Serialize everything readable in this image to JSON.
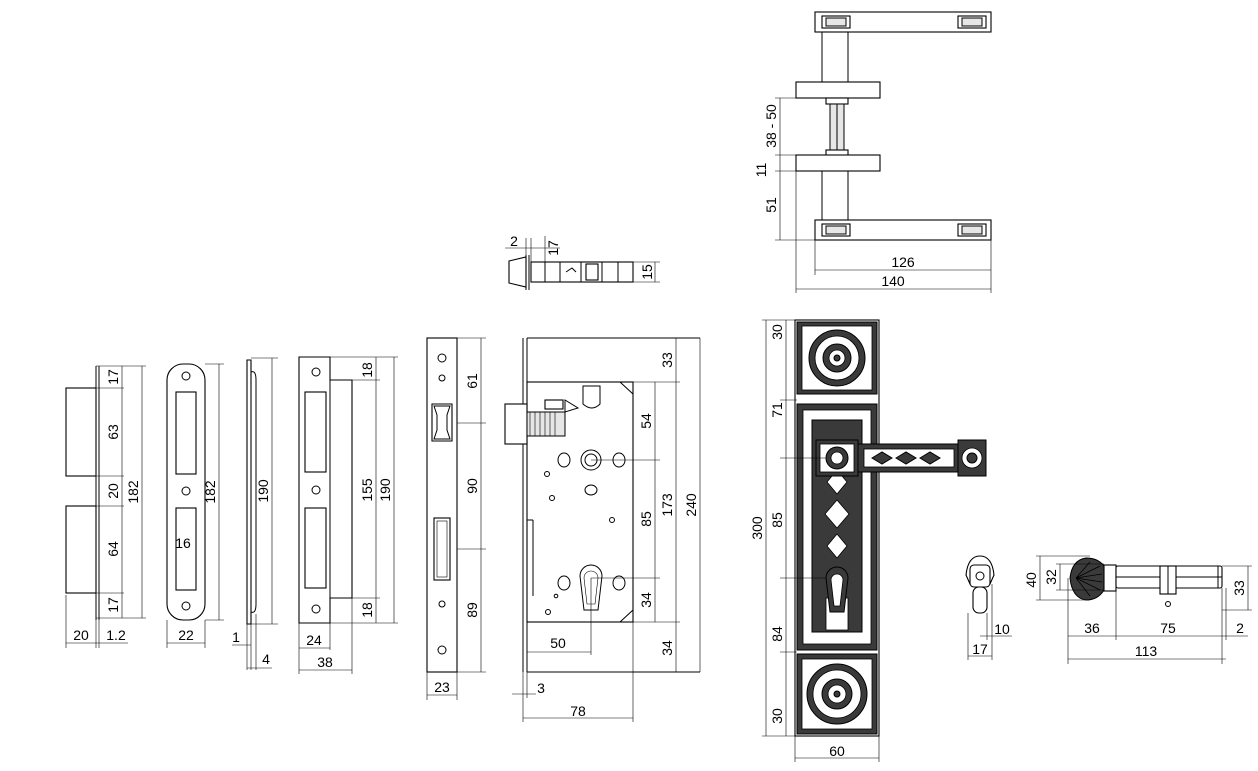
{
  "drawing": {
    "dimensions": {
      "strike_plate_front": {
        "seg1": "17",
        "seg2": "63",
        "seg3": "20",
        "seg4": "64",
        "seg5": "17",
        "total": "182",
        "width": "20",
        "thickness": "1.2"
      },
      "strike_plate": {
        "height": "182",
        "hole": "16",
        "width": "22"
      },
      "face_plate_side": {
        "height": "190",
        "thickness_a": "1",
        "thickness_b": "4"
      },
      "box_strike": {
        "top": "18",
        "middle": "155",
        "total": "190",
        "bottom": "18",
        "width_a": "24",
        "width_b": "38"
      },
      "forend": {
        "top": "61",
        "middle": "90",
        "bottom": "89",
        "width": "23"
      },
      "latch": {
        "a": "2",
        "b": "17",
        "c": "15"
      },
      "lock_body": {
        "top": "33",
        "to_spindle": "54",
        "spindle_to_cyl": "85",
        "spindle_to_bottom": "173",
        "total": "240",
        "cyl_to_bottom": "34",
        "bottom": "34",
        "backset": "50",
        "depth": "78",
        "forend_thickness": "3"
      },
      "handle_side": {
        "range": "38 - 50",
        "rose": "11",
        "projection": "51",
        "inner": "126",
        "overall": "140"
      },
      "plate": {
        "top": "30",
        "upper": "71",
        "middle": "85",
        "total": "300",
        "lower": "84",
        "bottom": "30",
        "width": "60"
      },
      "thumb_turn": {
        "a": "10",
        "b": "17"
      },
      "cylinder": {
        "h1": "40",
        "h2": "32",
        "h3": "33",
        "knob": "36",
        "body": "75",
        "end": "2",
        "total": "113"
      }
    }
  }
}
